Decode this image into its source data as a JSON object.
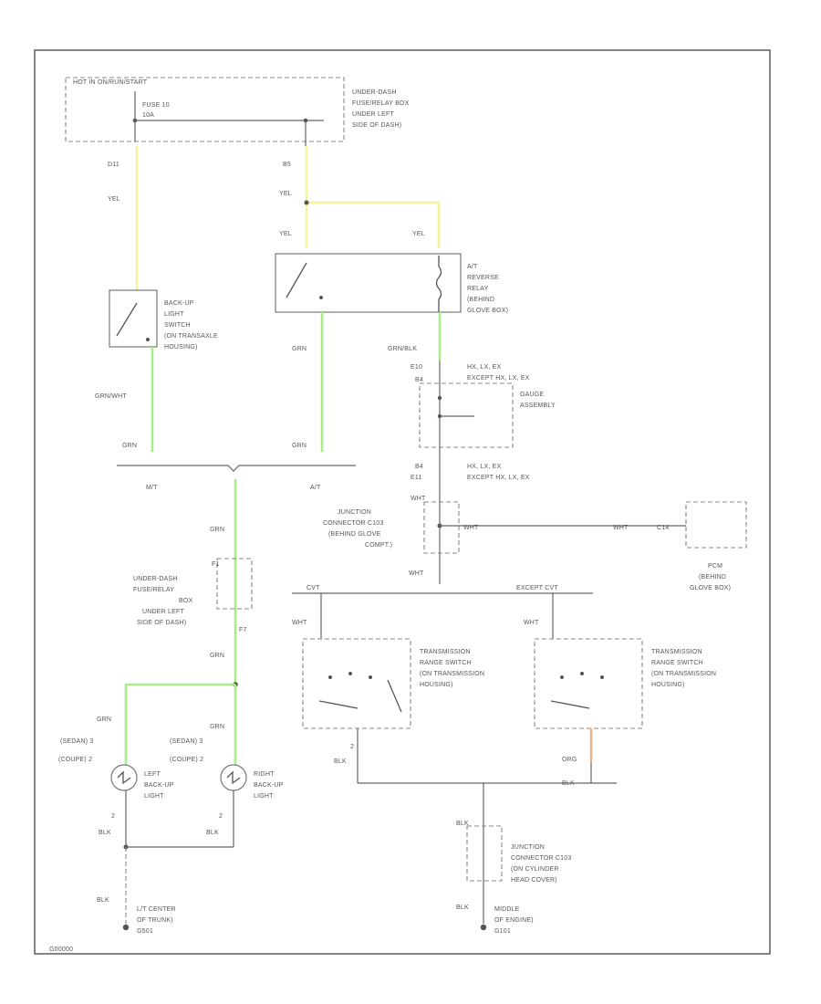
{
  "labels": {
    "hot_always": "HOT IN ON/RUN/START",
    "fuse": "FUSE 10",
    "fuse_amp": "10A",
    "underdash_box1": "UNDER-DASH",
    "underdash_box2": "FUSE/RELAY BOX",
    "underdash_box3": "UNDER LEFT",
    "underdash_box4": "SIDE OF DASH)",
    "pin_d11": "D11",
    "pin_b5": "B5",
    "yel1": "YEL",
    "yel2": "YEL",
    "yel3": "YEL",
    "yel4": "YEL",
    "backup_sw1": "BACK-UP",
    "backup_sw2": "LIGHT",
    "backup_sw3": "SWITCH",
    "backup_sw4": "(ON TRANSAXLE",
    "backup_sw5": "HOUSING)",
    "relay1": "A/T",
    "relay2": "REVERSE",
    "relay3": "RELAY",
    "relay4": "(BEHIND",
    "relay5": "GLOVE BOX)",
    "grnwht": "GRN/WHT",
    "grn_mt": "GRN",
    "grn_at": "GRN",
    "grn_relay": "GRN",
    "grnblk": "GRN/BLK",
    "mt": "M/T",
    "at": "A/T",
    "e10": "E10",
    "b4": "B4",
    "hx_lx_ex1": "HX, LX, EX",
    "except_hx1": "EXCEPT HX, LX, EX",
    "gauge1": "GAUGE",
    "gauge2": "ASSEMBLY",
    "b4b": "B4",
    "e11": "E11",
    "hx_lx_ex2": "HX, LX, EX",
    "except_hx2": "EXCEPT HX, LX, EX",
    "wht1": "WHT",
    "wht2": "WHT",
    "wht3": "WHT",
    "wht4": "WHT",
    "c14": "C14",
    "jc1": "JUNCTION",
    "jc2": "CONNECTOR C103",
    "jc3": "(BEHIND GLOVE",
    "jc4": "COMPT.)",
    "pcm1": "PCM",
    "pcm2": "(BEHIND",
    "pcm3": "GLOVE BOX)",
    "grn2": "GRN",
    "f1": "F1",
    "underdash2_1": "UNDER-DASH",
    "underdash2_2": "FUSE/RELAY",
    "underdash2_3": "BOX",
    "underdash2_4": "UNDER LEFT",
    "underdash2_5": "SIDE OF DASH)",
    "f7": "F7",
    "grn3": "GRN",
    "cvt": "CVT",
    "except_cvt": "EXCEPT CVT",
    "wht_trs1": "WHT",
    "wht_trs2": "WHT",
    "trs1_1": "TRANSMISSION",
    "trs1_2": "RANGE SWITCH",
    "trs1_3": "(ON TRANSMISSION",
    "trs1_4": "HOUSING)",
    "trs2_1": "TRANSMISSION",
    "trs2_2": "RANGE SWITCH",
    "trs2_3": "(ON TRANSMISSION",
    "trs2_4": "HOUSING)",
    "grn4": "GRN",
    "grn5": "GRN",
    "sedan1": "(SEDAN) 3",
    "sedan2": "(SEDAN) 3",
    "coupe1": "(COUPE) 2",
    "coupe2": "(COUPE) 2",
    "left1": "LEFT",
    "left2": "BACK-UP",
    "left3": "LIGHT",
    "right1": "RIGHT",
    "right2": "BACK-UP",
    "right3": "LIGHT",
    "blk1": "BLK",
    "blk2": "BLK",
    "blk3": "BLK",
    "blk4": "BLK",
    "blk5": "BLK",
    "blk6": "BLK",
    "blk7": "BLK",
    "pin2a": "2",
    "pin2b": "2",
    "pin2c": "2",
    "org_wire": "ORG",
    "jc2_1": "JUNCTION",
    "jc2_2": "CONNECTOR C103",
    "jc2_3": "(ON CYLINDER",
    "jc2_4": "HEAD COVER)",
    "g1_1": "L/T CENTER",
    "g1_2": "OF TRUNK)",
    "g1_3": "G501",
    "g2_1": "MIDDLE",
    "g2_2": "OF ENGINE)",
    "g2_3": "G101",
    "footer": "G00000"
  }
}
